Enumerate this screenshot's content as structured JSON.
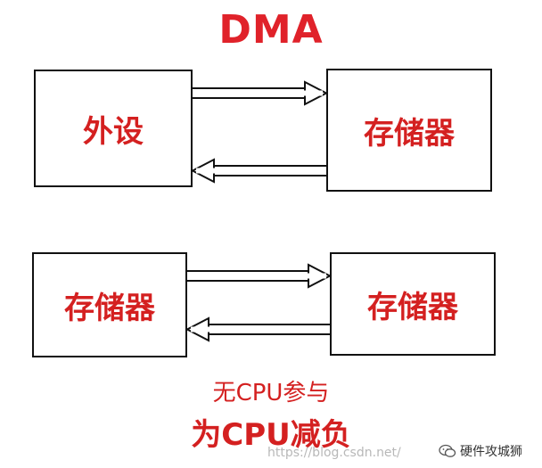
{
  "title": "DMA",
  "rows": [
    {
      "left_label": "外设",
      "right_label": "存储器"
    },
    {
      "left_label": "存储器",
      "right_label": "存储器"
    }
  ],
  "notes": {
    "line1": "无CPU参与",
    "line2": "为CPU减负"
  },
  "watermark": {
    "url_text": "https://blog.csdn.net/",
    "brand_text": "硬件攻城狮"
  },
  "colors": {
    "accent_red": "#d42020",
    "title_red": "#e0222a",
    "box_border": "#111111"
  }
}
